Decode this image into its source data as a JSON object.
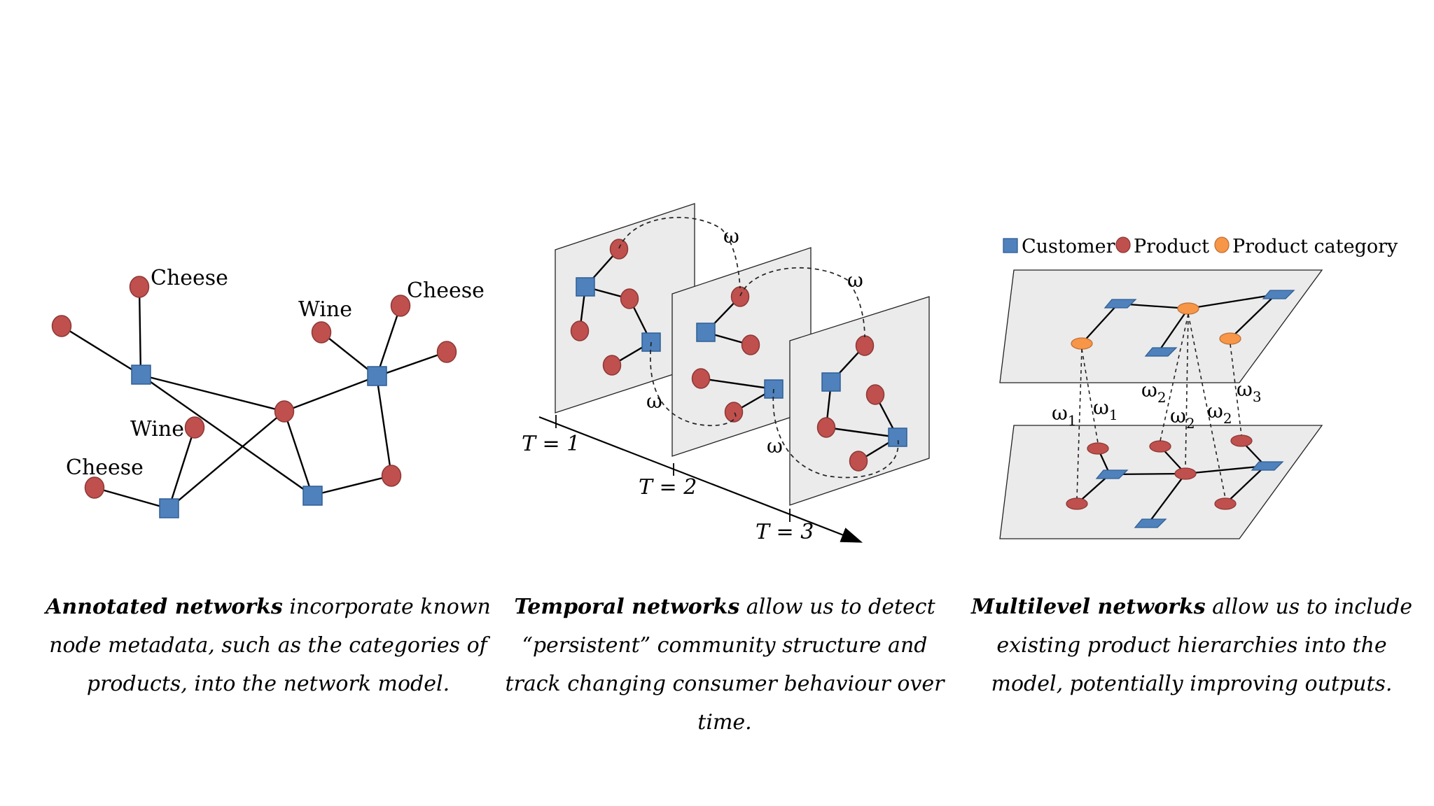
{
  "annotated": {
    "labels": [
      "Cheese",
      "Wine",
      "Cheese",
      "Wine",
      "Cheese"
    ]
  },
  "temporal": {
    "omega": [
      "ω",
      "ω",
      "ω",
      "ω"
    ],
    "time_labels": [
      "T = 1",
      "T = 2",
      "T = 3"
    ]
  },
  "multilevel": {
    "legend": [
      "Customer",
      "Product",
      "Product category"
    ],
    "omegas": [
      {
        "base": "ω",
        "sub": "1"
      },
      {
        "base": "ω",
        "sub": "1"
      },
      {
        "base": "ω",
        "sub": "2"
      },
      {
        "base": "ω",
        "sub": "2"
      },
      {
        "base": "ω",
        "sub": "2"
      },
      {
        "base": "ω",
        "sub": "3"
      }
    ]
  },
  "captions": {
    "annotated": {
      "bold": "Annotated networks",
      "rest": " incorporate known node metadata, such as the categories of products, into the network model."
    },
    "temporal": {
      "bold": "Temporal networks",
      "rest": " allow us to detect “persistent” community structure and track changing consumer behaviour over time."
    },
    "multilevel": {
      "bold": "Multilevel networks",
      "rest": " allow us to include existing product hierarchies into the model, potentially improving outputs."
    }
  },
  "colors": {
    "customer": "#4f81bd",
    "customer_stroke": "#2f5f94",
    "product": "#c0504d",
    "product_stroke": "#8c3836",
    "category": "#f79646",
    "category_stroke": "#c0703a",
    "plane": "#ebebeb"
  }
}
